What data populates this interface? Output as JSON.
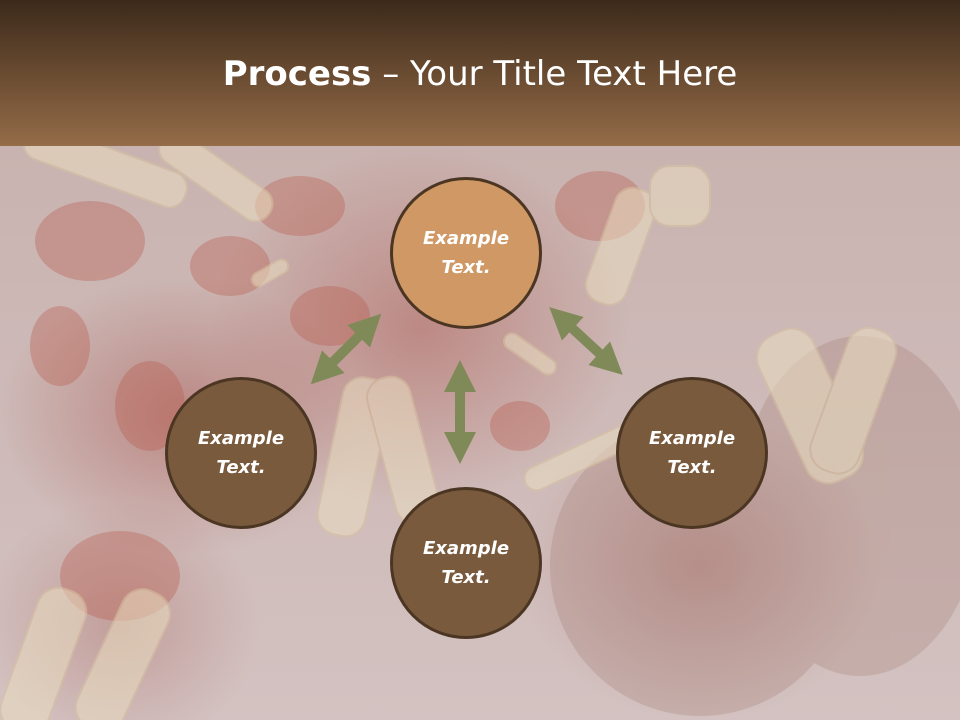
{
  "title": {
    "bold": "Process",
    "rest": " – Your Title Text Here"
  },
  "diagram": {
    "nodes": [
      {
        "id": "top",
        "label": "Example Text."
      },
      {
        "id": "left",
        "label": "Example Text."
      },
      {
        "id": "right",
        "label": "Example Text."
      },
      {
        "id": "bottom",
        "label": "Example Text."
      }
    ]
  },
  "colors": {
    "header_top": "#3c2a1a",
    "header_bottom": "#946c48",
    "node_dark": "#7a5a3c",
    "node_light": "#cf9865",
    "node_border": "#4b3523",
    "arrow": "#7f8a58"
  }
}
